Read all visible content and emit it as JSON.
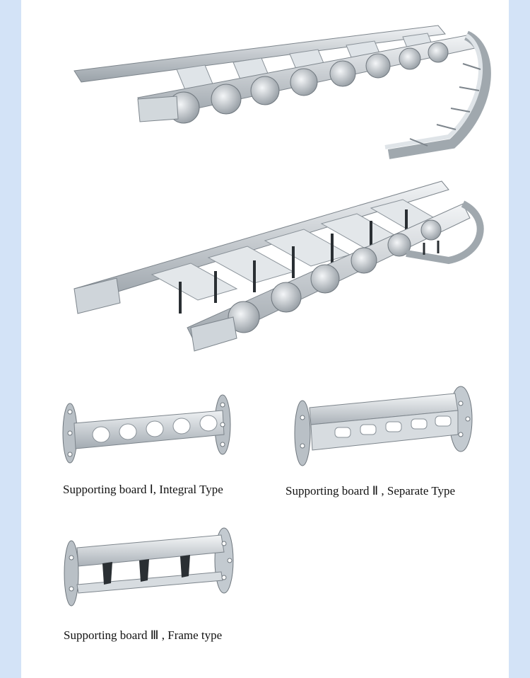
{
  "captions": {
    "board1": "Supporting board Ⅰ,  Integral Type",
    "board2": "Supporting board  Ⅱ  , Separate Type",
    "board3": "Supporting board  Ⅲ , Frame type"
  },
  "colors": {
    "steel_light": "#e8ecef",
    "steel_mid": "#b9c0c6",
    "steel_dark": "#7d858c",
    "rod_dark": "#2a2f33",
    "page_bg": "#ffffff",
    "side_bg": "#d3e3f7"
  }
}
